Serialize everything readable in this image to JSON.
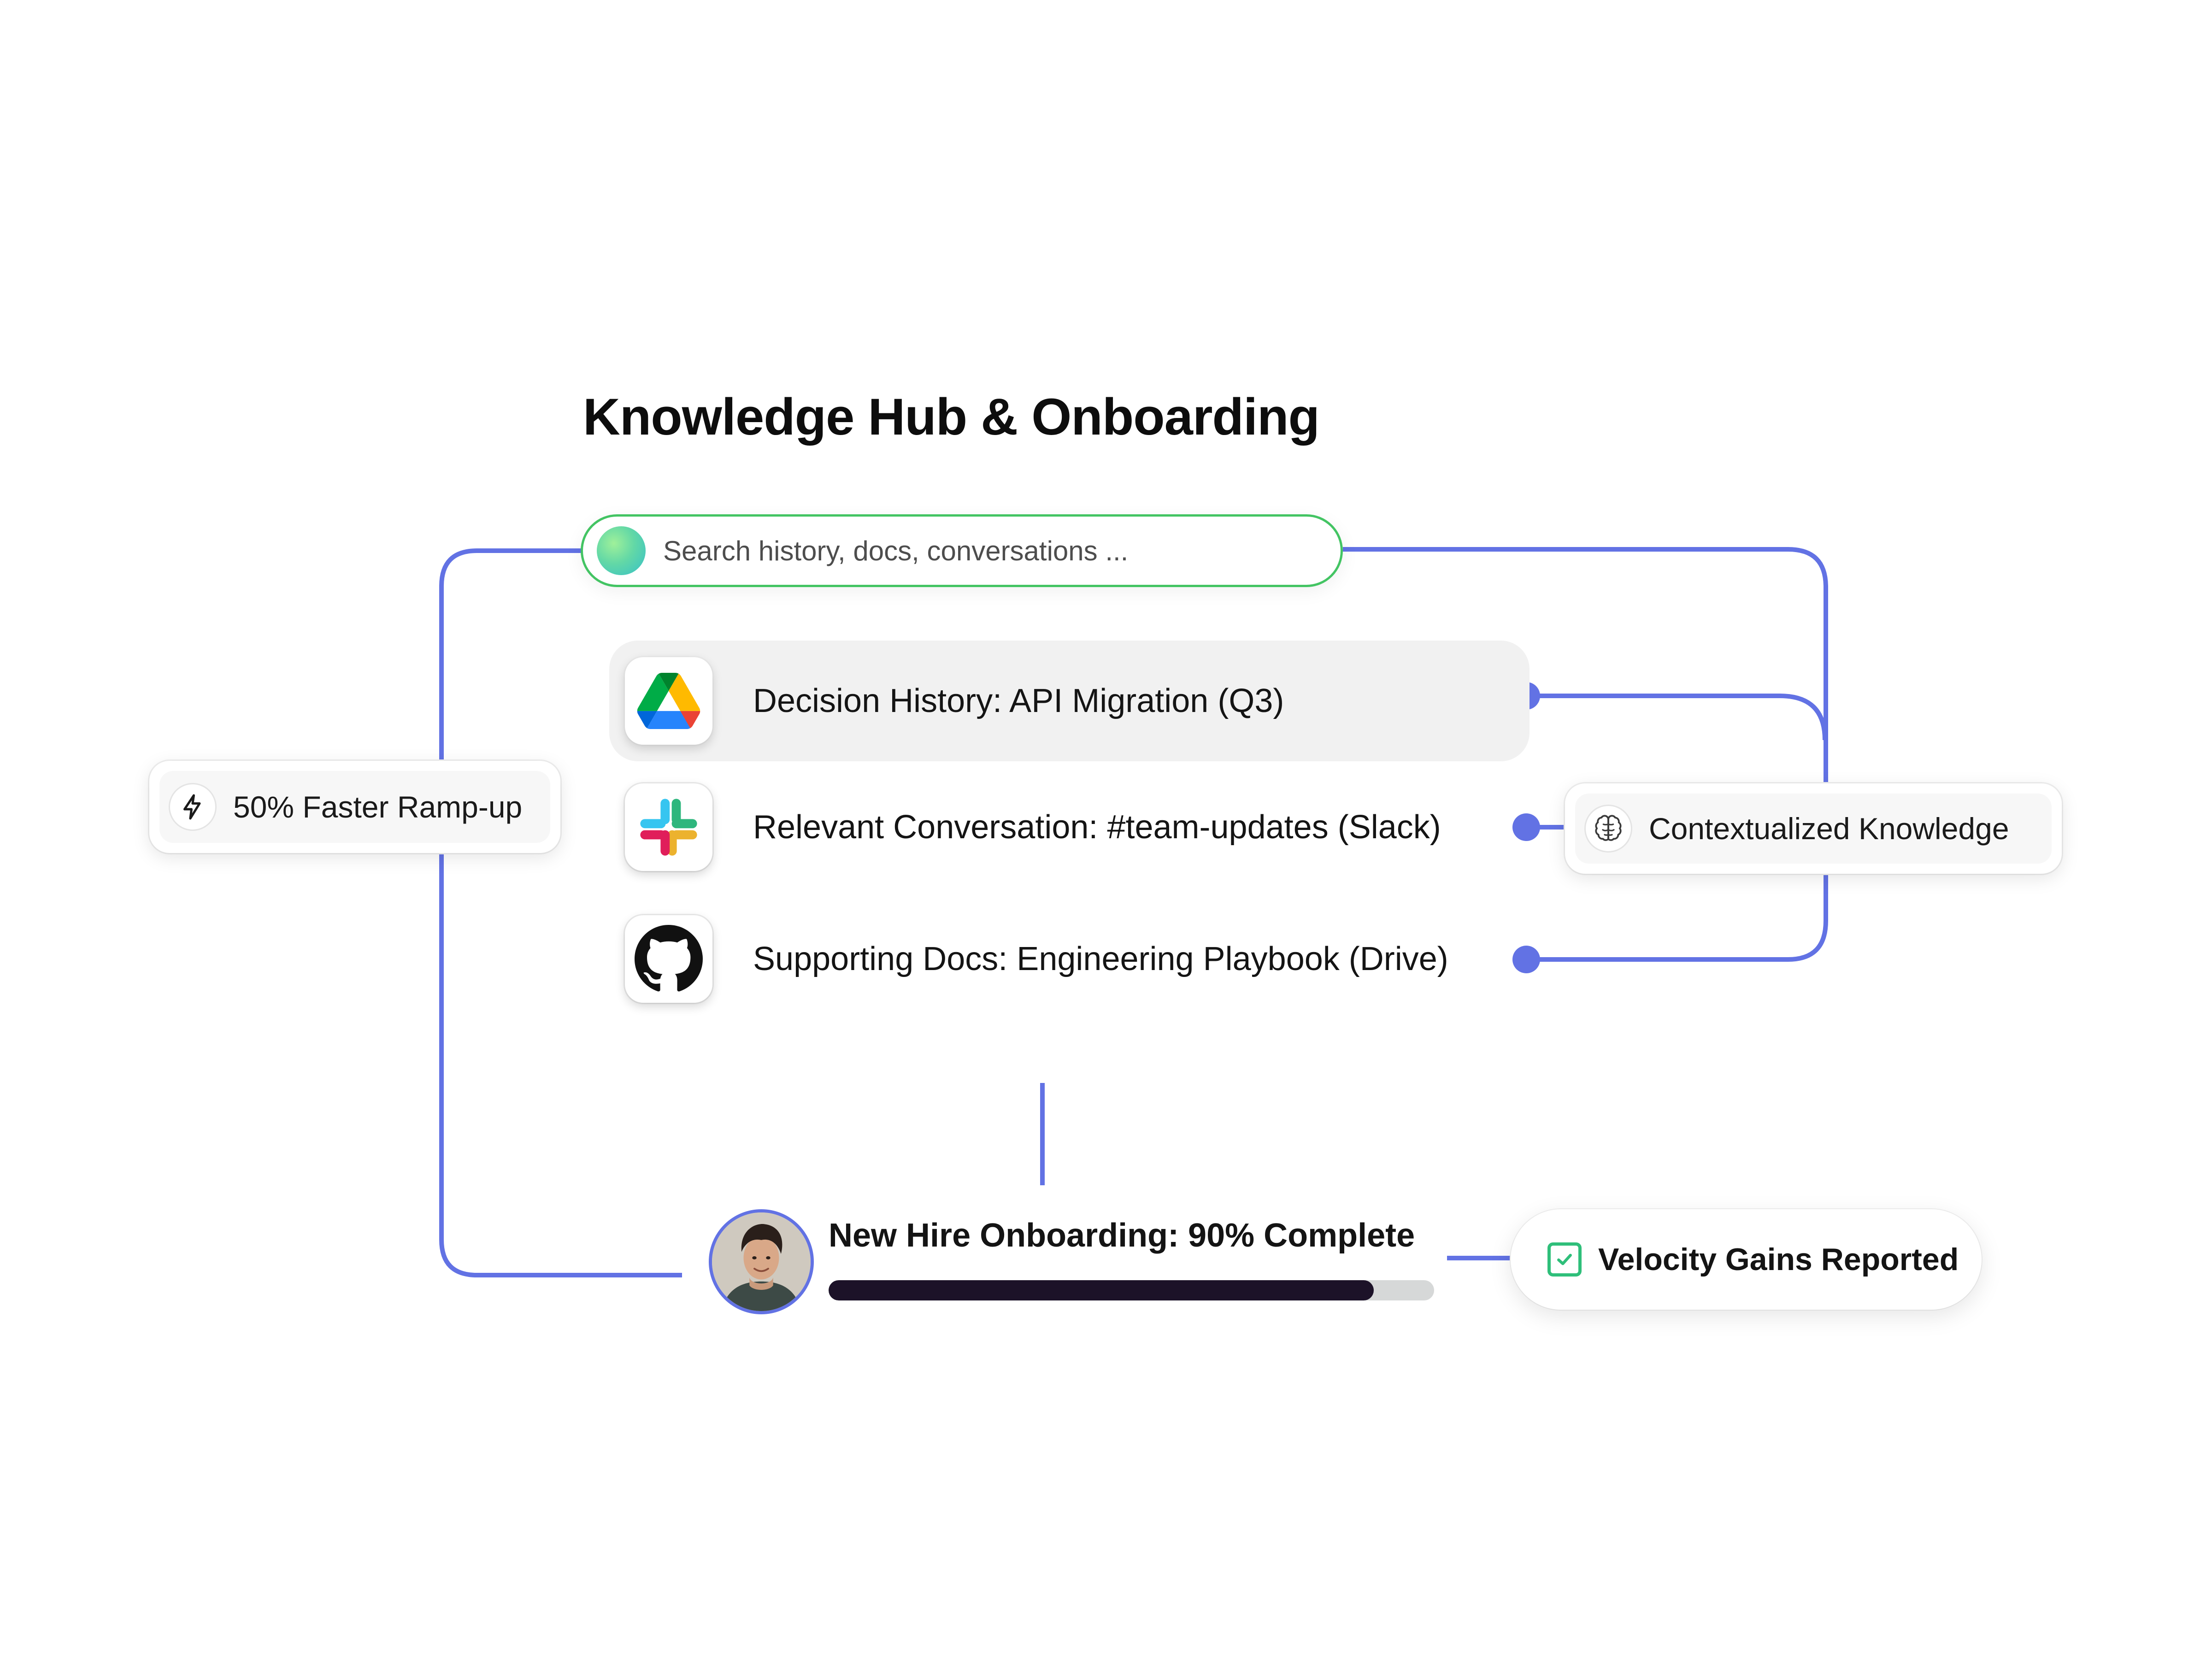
{
  "title": "Knowledge Hub & Onboarding",
  "search": {
    "placeholder": "Search history, docs, conversations ..."
  },
  "results": [
    {
      "label": "Decision History: API Migration (Q3)",
      "icon": "google-drive-icon",
      "highlighted": true
    },
    {
      "label": "Relevant Conversation: #team-updates (Slack)",
      "icon": "slack-icon",
      "highlighted": false
    },
    {
      "label": "Supporting Docs: Engineering Playbook (Drive)",
      "icon": "github-icon",
      "highlighted": false
    }
  ],
  "ramp_chip": {
    "label": "50% Faster Ramp-up",
    "icon": "lightning-bolt-icon"
  },
  "context_chip": {
    "label": "Contextualized Knowledge",
    "icon": "brain-icon"
  },
  "onboarding": {
    "label": "New Hire Onboarding: 90% Complete",
    "progress_percent": 90,
    "avatar": "person-avatar"
  },
  "velocity_chip": {
    "label": "Velocity Gains Reported",
    "icon": "checkbox-checked-icon"
  },
  "colors": {
    "connector": "#6272e4",
    "search_border": "#43c463",
    "progress_fill": "#1c1228",
    "progress_track": "#d6d8d8",
    "check": "#2fbf7a"
  }
}
